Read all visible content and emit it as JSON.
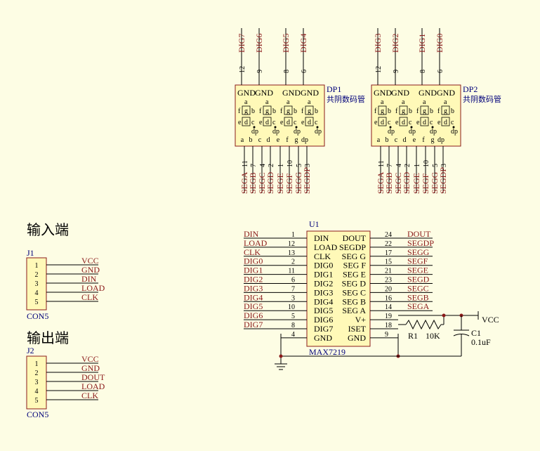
{
  "titles": {
    "input": "输入端",
    "output": "输出端"
  },
  "j1": {
    "ref": "J1",
    "part": "CON5",
    "pins": [
      "1",
      "2",
      "3",
      "4",
      "5"
    ],
    "nets": [
      "VCC",
      "GND",
      "DIN",
      "LOAD",
      "CLK"
    ]
  },
  "j2": {
    "ref": "J2",
    "part": "CON5",
    "pins": [
      "1",
      "2",
      "3",
      "4",
      "5"
    ],
    "nets": [
      "VCC",
      "GND",
      "DOUT",
      "LOAD",
      "CLK"
    ]
  },
  "dp1": {
    "ref": "DP1",
    "desc": "共阴数码管",
    "digits": [
      "DIG7",
      "DIG6",
      "DIG5",
      "DIG4"
    ],
    "digit_pins": [
      "12",
      "9",
      "8",
      "6"
    ],
    "gnd_label": "GND",
    "segs": [
      "a",
      "b",
      "c",
      "d",
      "e",
      "f",
      "g",
      "dp"
    ],
    "seg_pins": [
      "11",
      "7",
      "4",
      "2",
      "1",
      "10",
      "5",
      "3"
    ],
    "seg_nets": [
      "SEGA",
      "SEGB",
      "SEGC",
      "SEGD",
      "SEGE",
      "SEGF",
      "SEGG",
      "SEGDP"
    ]
  },
  "dp2": {
    "ref": "DP2",
    "desc": "共阴数码管",
    "digits": [
      "DIG3",
      "DIG2",
      "DIG1",
      "DIG0"
    ],
    "digit_pins": [
      "12",
      "9",
      "8",
      "6"
    ],
    "gnd_label": "GND",
    "segs": [
      "a",
      "b",
      "c",
      "d",
      "e",
      "f",
      "g",
      "dp"
    ],
    "seg_pins": [
      "11",
      "7",
      "4",
      "2",
      "1",
      "10",
      "5",
      "3"
    ],
    "seg_nets": [
      "SEGA",
      "SEGB",
      "SEGC",
      "SEGD",
      "SEGE",
      "SEGF",
      "SEGG",
      "SEGDP"
    ]
  },
  "u1": {
    "ref": "U1",
    "part": "MAX7219",
    "left": [
      {
        "net": "DIN",
        "pin": "1",
        "name": "DIN"
      },
      {
        "net": "LOAD",
        "pin": "12",
        "name": "LOAD"
      },
      {
        "net": "CLK",
        "pin": "13",
        "name": "CLK"
      },
      {
        "net": "DIG0",
        "pin": "2",
        "name": "DIG0"
      },
      {
        "net": "DIG1",
        "pin": "11",
        "name": "DIG1"
      },
      {
        "net": "DIG2",
        "pin": "6",
        "name": "DIG2"
      },
      {
        "net": "DIG3",
        "pin": "7",
        "name": "DIG3"
      },
      {
        "net": "DIG4",
        "pin": "3",
        "name": "DIG4"
      },
      {
        "net": "DIG5",
        "pin": "10",
        "name": "DIG5"
      },
      {
        "net": "DIG6",
        "pin": "5",
        "name": "DIG6"
      },
      {
        "net": "DIG7",
        "pin": "8",
        "name": "DIG7"
      },
      {
        "net": "",
        "pin": "4",
        "name": "GND"
      }
    ],
    "right": [
      {
        "net": "DOUT",
        "pin": "24",
        "name": "DOUT"
      },
      {
        "net": "SEGDP",
        "pin": "22",
        "name": "SEGDP"
      },
      {
        "net": "SEGG",
        "pin": "17",
        "name": "SEG G"
      },
      {
        "net": "SEGF",
        "pin": "15",
        "name": "SEG F"
      },
      {
        "net": "SEGE",
        "pin": "21",
        "name": "SEG E"
      },
      {
        "net": "SEGD",
        "pin": "23",
        "name": "SEG D"
      },
      {
        "net": "SEGC",
        "pin": "20",
        "name": "SEG C"
      },
      {
        "net": "SEGB",
        "pin": "16",
        "name": "SEG B"
      },
      {
        "net": "SEGA",
        "pin": "14",
        "name": "SEG A"
      },
      {
        "net": "",
        "pin": "19",
        "name": "V+"
      },
      {
        "net": "",
        "pin": "18",
        "name": "ISET"
      },
      {
        "net": "",
        "pin": "9",
        "name": "GND"
      }
    ]
  },
  "r1": {
    "ref": "R1",
    "value": "10K"
  },
  "c1": {
    "ref": "C1",
    "value": "0.1uF"
  },
  "vcc_label": "VCC",
  "colors": {
    "background": "#fdfde4",
    "net_label": "#8b1a1a",
    "designator": "#00007a",
    "body_fill": "#fff9b8",
    "junction": "#8b1a1a"
  }
}
